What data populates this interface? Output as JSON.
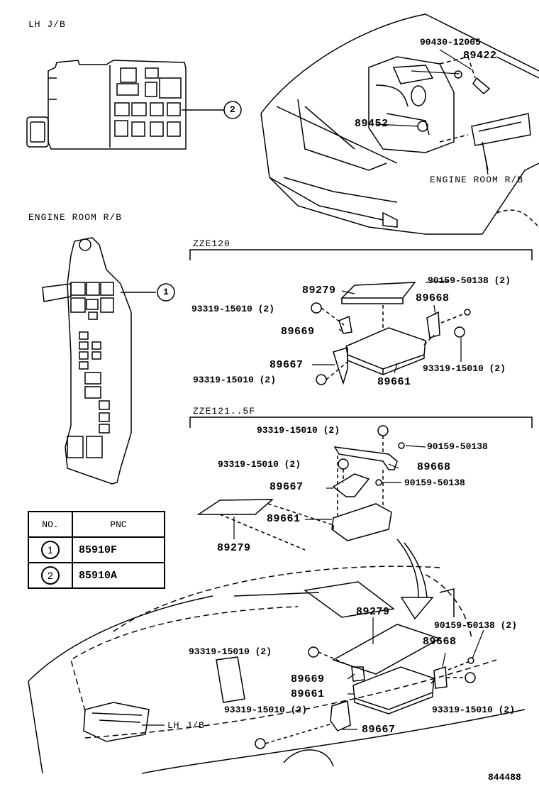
{
  "sections": {
    "lh_jb": "LH J/B",
    "engine_room_rb": "ENGINE ROOM R/B",
    "zze120": "ZZE120",
    "zze121": "ZZE121..5F"
  },
  "engine_callouts": {
    "engine_room_rb": "ENGINE ROOM R/B",
    "p90430": "90430-12005",
    "p89422": "89422",
    "p89452": "89452"
  },
  "box_callouts": {
    "item2": "2",
    "item1": "1"
  },
  "zze120_parts": {
    "p89279": "89279",
    "p90159": "90159-50138 (2)",
    "p89668": "89668",
    "p93319a": "93319-15010 (2)",
    "p89669": "89669",
    "p89667": "89667",
    "p93319b": "93319-15010 (2)",
    "p93319c": "93319-15010 (2)",
    "p89661": "89661"
  },
  "zze121_parts": {
    "p93319a": "93319-15010 (2)",
    "p90159a": "90159-50138",
    "p93319b": "93319-15010 (2)",
    "p89668": "89668",
    "p89667": "89667",
    "p90159b": "90159-50138",
    "p89661": "89661",
    "p89279": "89279"
  },
  "dash_parts": {
    "p89279": "89279",
    "p90159": "90159-50138 (2)",
    "p93319a": "93319-15010 (2)",
    "p89668": "89668",
    "p89669": "89669",
    "p89661": "89661",
    "p93319b": "93319-15010 (2)",
    "p93319c": "93319-15010 (2)",
    "p89667": "89667",
    "lh_jb": "LH J/B"
  },
  "table": {
    "header_no": "NO.",
    "header_pnc": "PNC",
    "rows": [
      {
        "no": "1",
        "pnc": "85910F"
      },
      {
        "no": "2",
        "pnc": "85910A"
      }
    ]
  },
  "figure_number": "844488"
}
